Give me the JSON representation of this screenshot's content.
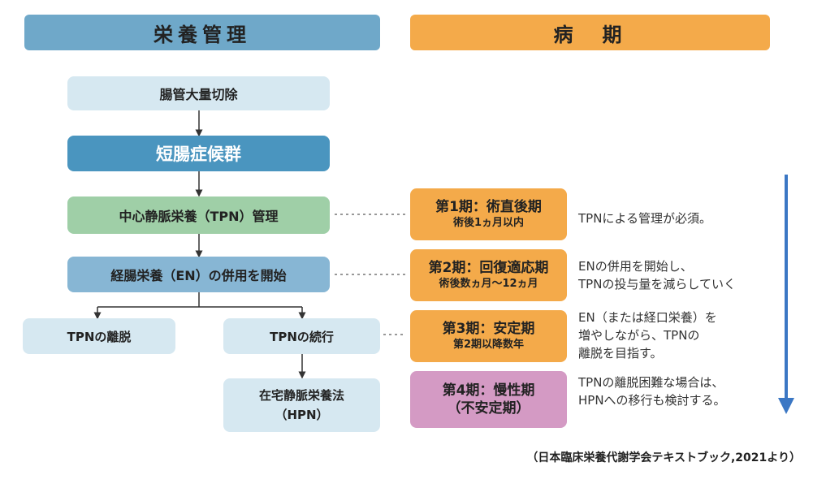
{
  "headers": {
    "nutrition": "栄養管理",
    "stage": "病　期"
  },
  "flow": {
    "resection": "腸管大量切除",
    "sbs": "短腸症候群",
    "tpn_management": "中心静脈栄養（TPN）管理",
    "en_start": "経腸栄養（EN）の併用を開始",
    "tpn_weaning": "TPNの離脱",
    "tpn_continue": "TPNの続行",
    "hpn_line1": "在宅静脈栄養法",
    "hpn_line2": "（HPN）"
  },
  "phases": [
    {
      "title": "第1期：術直後期",
      "sub": "術後1ヵ月以内",
      "desc": [
        "TPNによる管理が必須。"
      ]
    },
    {
      "title": "第2期：回復適応期",
      "sub": "術後数ヵ月〜12ヵ月",
      "desc": [
        "ENの併用を開始し、",
        "TPNの投与量を減らしていく"
      ]
    },
    {
      "title": "第3期：安定期",
      "sub": "第2期以降数年",
      "desc": [
        "EN（または経口栄養）を",
        "増やしながら、TPNの",
        "離脱を目指す。"
      ]
    },
    {
      "title": "第4期：慢性期",
      "sub": "（不安定期）",
      "desc": [
        "TPNの離脱困難な場合は、",
        "HPNへの移行も検討する。"
      ]
    }
  ],
  "source": "（日本臨床栄養代謝学会テキストブック,2021より）",
  "colors": {
    "header_blue": "#6fa8c9",
    "header_orange": "#f4aa4a",
    "light_blue": "#d6e8f1",
    "dark_blue": "#4a95bf",
    "green": "#9fcfa7",
    "mid_blue": "#87b6d4",
    "orange": "#f4aa4a",
    "pink": "#d49ac4",
    "arrow_blue": "#3b77c4"
  }
}
